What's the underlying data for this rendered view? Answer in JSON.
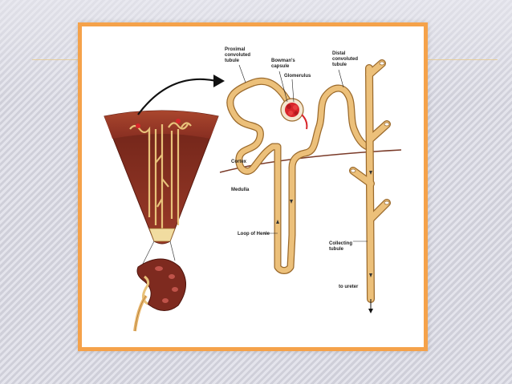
{
  "slide": {
    "frame_color": "#f5a24a",
    "background": "stripes"
  },
  "labels": {
    "proximal": [
      "Proximal",
      "convoluted",
      "tubule"
    ],
    "bowmans": [
      "Bowman's",
      "capsule"
    ],
    "glomerulus": "Glomerulus",
    "distal": [
      "Distal",
      "convoluted",
      "tubule"
    ],
    "cortex": "Cortex",
    "medulla": "Medulla",
    "loop": "Loop of Henle",
    "collecting": [
      "Collecting",
      "tubule"
    ],
    "ureter": "to ureter"
  },
  "colors": {
    "tubule": "#e8b56a",
    "tubule_outline": "#9b6a2c",
    "kidney_tissue": "#8a2f22",
    "glomerulus": "#d8262b",
    "arrow": "#111111"
  }
}
